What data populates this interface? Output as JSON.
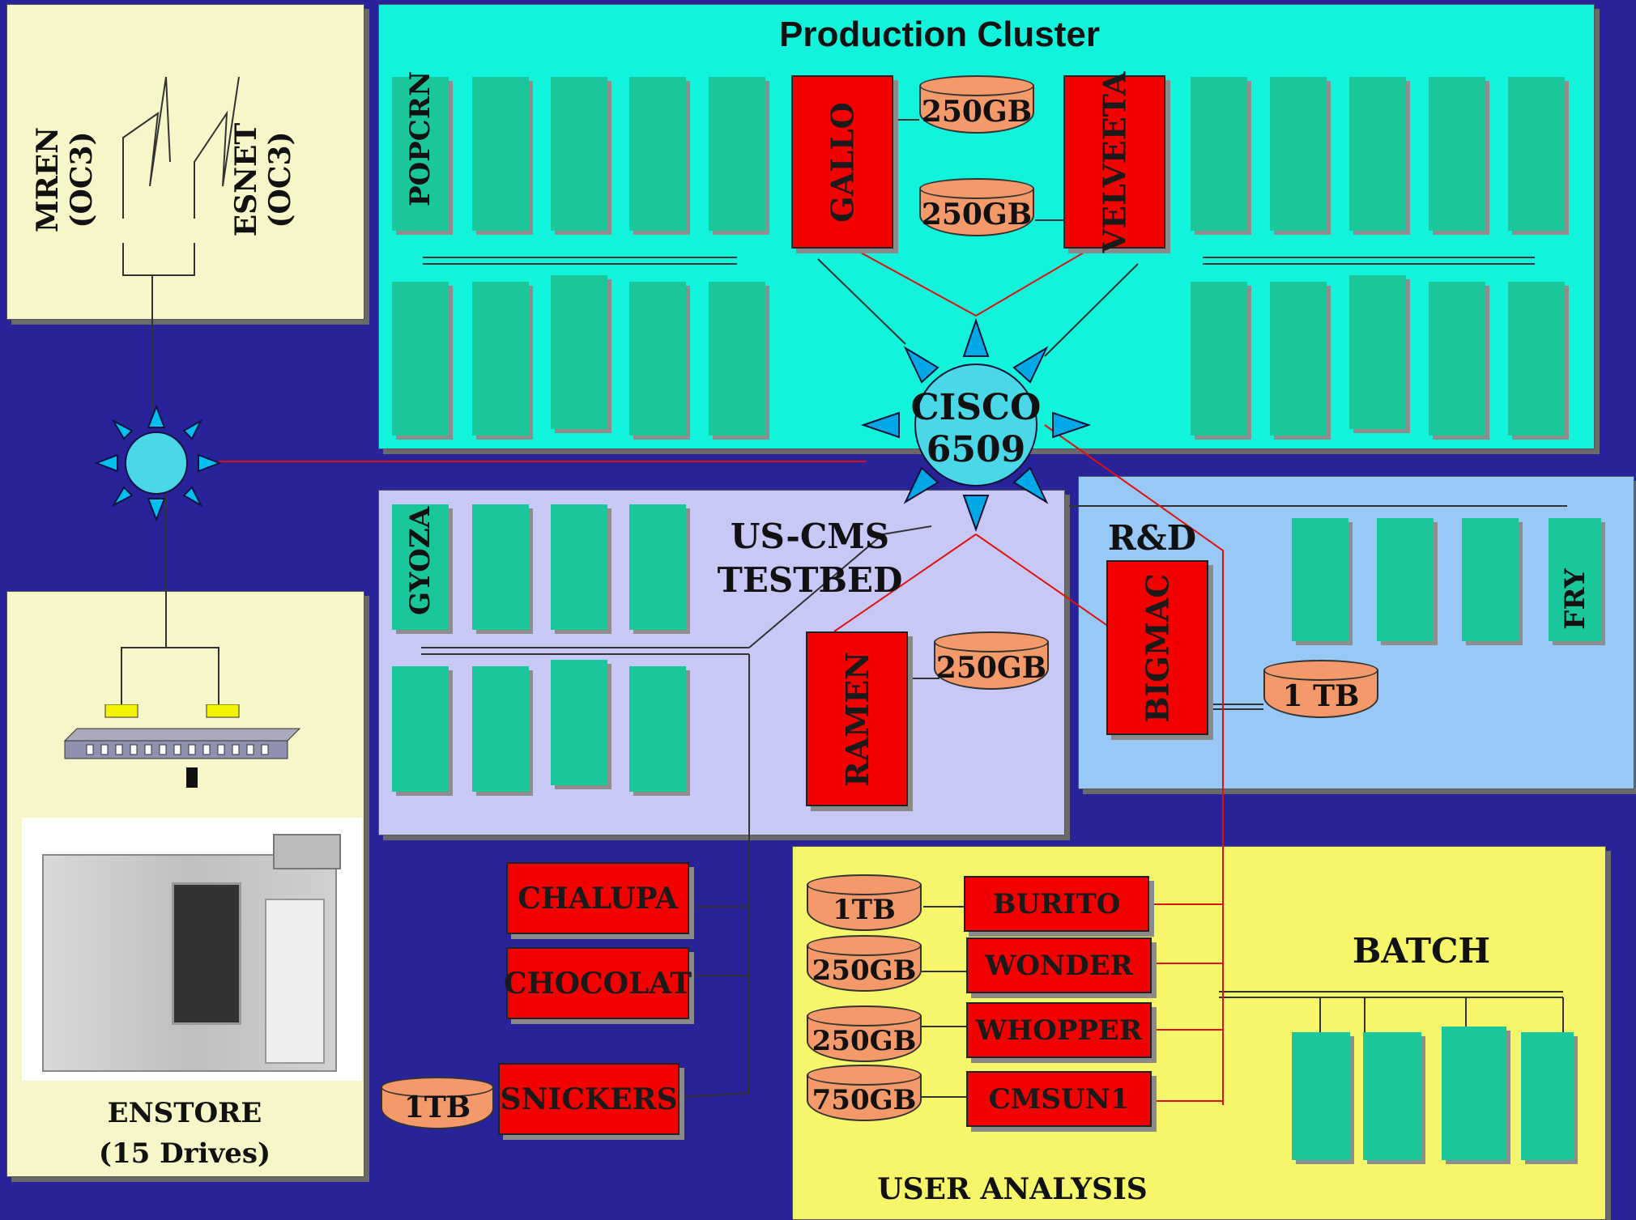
{
  "production": {
    "title": "Production Cluster",
    "popcrn": "POPCRN",
    "gallo": "GALLO",
    "velveeta": "VELVEETA",
    "disk1": "250GB",
    "disk2": "250GB"
  },
  "hub": {
    "line1": "CISCO",
    "line2": "6509"
  },
  "wan": {
    "mren": "MREN (OC3)",
    "esnet": "ESNET (OC3)"
  },
  "enstore": {
    "line1": "ENSTORE",
    "line2": "(15 Drives)"
  },
  "testbed": {
    "line1": "US-CMS",
    "line2": "TESTBED",
    "gyoza": "GYOZA",
    "ramen": "RAMEN",
    "disk": "250GB"
  },
  "rd": {
    "title": "R&D",
    "bigmac": "BIGMAC",
    "fry": "FRY",
    "disk": "1 TB"
  },
  "servers": {
    "chalupa": "CHALUPA",
    "chocolat": "CHOCOLAT",
    "snickers": "SNICKERS",
    "snickers_disk": "1TB"
  },
  "analysis": {
    "title": "USER ANALYSIS",
    "batch": "BATCH",
    "burito": "BURITO",
    "wonder": "WONDER",
    "whopper": "WHOPPER",
    "cmsun1": "CMSUN1",
    "d1": "1TB",
    "d2": "250GB",
    "d3": "250GB",
    "d4": "750GB"
  },
  "colors": {
    "background": "#29239a",
    "production": "#12f3dc",
    "testbed": "#c8c8f6",
    "rd": "#98c8f6",
    "analysis": "#f6f66a",
    "wan": "#f6f6c8",
    "node": "#19c79b",
    "server": "#f30000",
    "disk": "#f49a6a"
  }
}
